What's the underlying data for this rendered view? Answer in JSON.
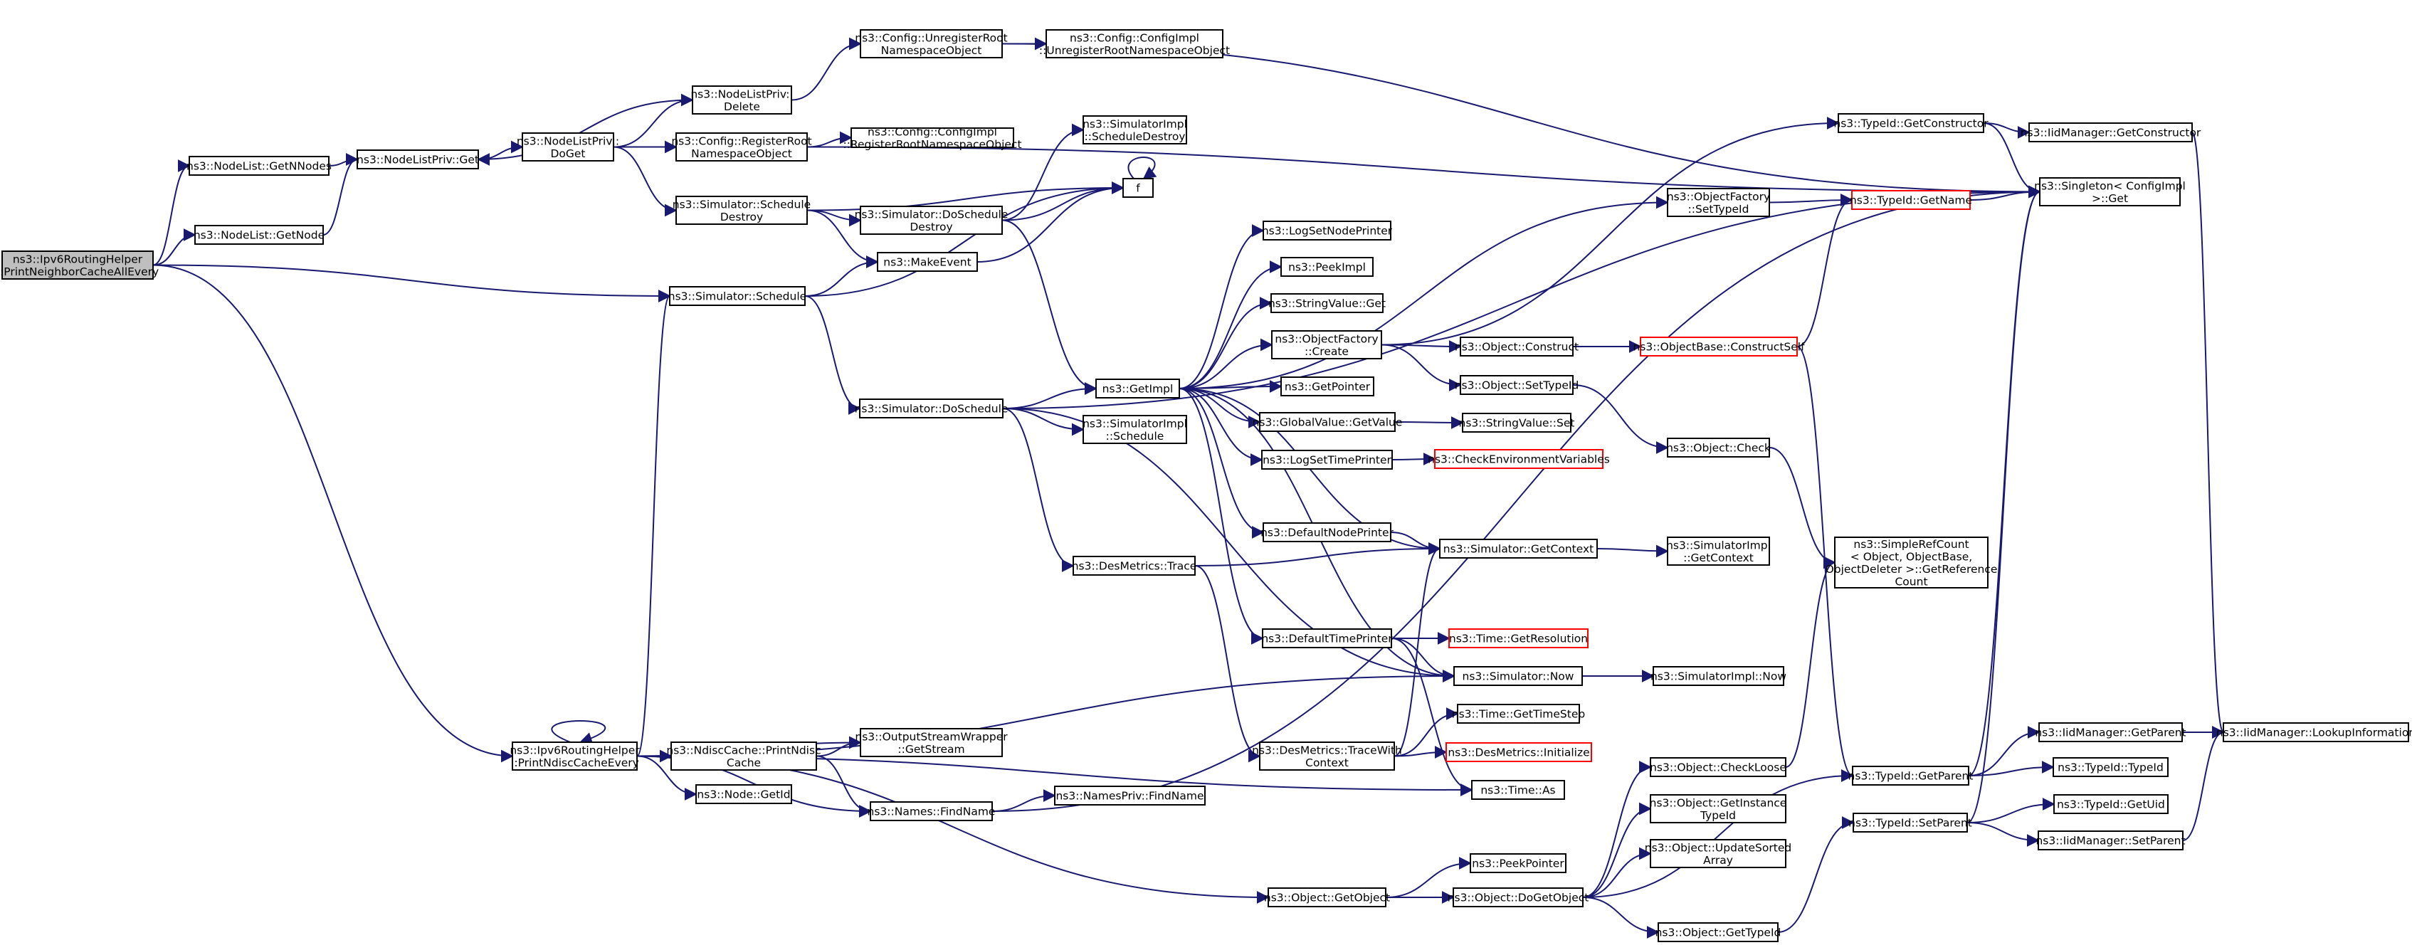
{
  "colors": {
    "edge": "#191970",
    "node_border": "#000000",
    "red_border": "#ff0000",
    "root_fill": "#bfbfbf",
    "node_fill": "#ffffff"
  },
  "nodes": [
    {
      "id": "root",
      "lines": [
        "ns3::Ipv6RoutingHelper",
        "::PrintNeighborCacheAllEvery"
      ],
      "style": "root"
    },
    {
      "id": "getnnodes",
      "lines": [
        "ns3::NodeList::GetNNodes"
      ]
    },
    {
      "id": "getnode",
      "lines": [
        "ns3::NodeList::GetNode"
      ]
    },
    {
      "id": "nlpget",
      "lines": [
        "ns3::NodeListPriv::Get"
      ]
    },
    {
      "id": "nlpdelete",
      "lines": [
        "ns3::NodeListPriv::",
        "Delete"
      ]
    },
    {
      "id": "nlpdoget",
      "lines": [
        "ns3::NodeListPriv::",
        "DoGet"
      ]
    },
    {
      "id": "unregroot",
      "lines": [
        "ns3::Config::UnregisterRoot",
        "NamespaceObject"
      ]
    },
    {
      "id": "cimplunreg",
      "lines": [
        "ns3::Config::ConfigImpl",
        "::UnregisterRootNamespaceObject"
      ]
    },
    {
      "id": "regroot",
      "lines": [
        "ns3::Config::RegisterRoot",
        "NamespaceObject"
      ]
    },
    {
      "id": "cimplreg",
      "lines": [
        "ns3::Config::ConfigImpl",
        "::RegisterRootNamespaceObject"
      ]
    },
    {
      "id": "schedDestroy",
      "lines": [
        "ns3::Simulator::Schedule",
        "Destroy"
      ]
    },
    {
      "id": "doSchedDestroy",
      "lines": [
        "ns3::Simulator::DoSchedule",
        "Destroy"
      ]
    },
    {
      "id": "simplSchedDestroy",
      "lines": [
        "ns3::SimulatorImpl",
        "::ScheduleDestroy"
      ]
    },
    {
      "id": "f",
      "lines": [
        "f"
      ]
    },
    {
      "id": "makeevent",
      "lines": [
        "ns3::MakeEvent"
      ]
    },
    {
      "id": "schedule",
      "lines": [
        "ns3::Simulator::Schedule"
      ]
    },
    {
      "id": "doschedule",
      "lines": [
        "ns3::Simulator::DoSchedule"
      ]
    },
    {
      "id": "getimpl",
      "lines": [
        "ns3::GetImpl"
      ]
    },
    {
      "id": "simplSchedule",
      "lines": [
        "ns3::SimulatorImpl",
        "::Schedule"
      ]
    },
    {
      "id": "logsetnode",
      "lines": [
        "ns3::LogSetNodePrinter"
      ]
    },
    {
      "id": "peekimpl",
      "lines": [
        "ns3::PeekImpl"
      ]
    },
    {
      "id": "strvalget",
      "lines": [
        "ns3::StringValue::Get"
      ]
    },
    {
      "id": "objfcreate",
      "lines": [
        "ns3::ObjectFactory",
        "::Create"
      ]
    },
    {
      "id": "getpointer",
      "lines": [
        "ns3::GetPointer"
      ]
    },
    {
      "id": "gvgetvalue",
      "lines": [
        "ns3::GlobalValue::GetValue"
      ]
    },
    {
      "id": "logsettime",
      "lines": [
        "ns3::LogSetTimePrinter"
      ]
    },
    {
      "id": "defnodeprinter",
      "lines": [
        "ns3::DefaultNodePrinter"
      ]
    },
    {
      "id": "deftimeprinter",
      "lines": [
        "ns3::DefaultTimePrinter"
      ]
    },
    {
      "id": "desmtrace",
      "lines": [
        "ns3::DesMetrics::Trace"
      ]
    },
    {
      "id": "desmtracewith",
      "lines": [
        "ns3::DesMetrics::TraceWith",
        "Context"
      ]
    },
    {
      "id": "objfsettid",
      "lines": [
        "ns3::ObjectFactory",
        "::SetTypeId"
      ]
    },
    {
      "id": "tidgetctor",
      "lines": [
        "ns3::TypeId::GetConstructor"
      ]
    },
    {
      "id": "iidgetctor",
      "lines": [
        "ns3::IidManager::GetConstructor"
      ]
    },
    {
      "id": "singleton",
      "lines": [
        "ns3::Singleton< ConfigImpl",
        " >::Get"
      ]
    },
    {
      "id": "tidgetname",
      "lines": [
        "ns3::TypeId::GetName"
      ],
      "style": "red"
    },
    {
      "id": "objconstruct",
      "lines": [
        "ns3::Object::Construct"
      ]
    },
    {
      "id": "objbaseconstruct",
      "lines": [
        "ns3::ObjectBase::ConstructSelf"
      ],
      "style": "red"
    },
    {
      "id": "objsettid",
      "lines": [
        "ns3::Object::SetTypeId"
      ]
    },
    {
      "id": "strvalset",
      "lines": [
        "ns3::StringValue::Set"
      ]
    },
    {
      "id": "checkenv",
      "lines": [
        "ns3::CheckEnvironmentVariables"
      ],
      "style": "red"
    },
    {
      "id": "objcheck",
      "lines": [
        "ns3::Object::Check"
      ]
    },
    {
      "id": "simgetctx",
      "lines": [
        "ns3::Simulator::GetContext"
      ]
    },
    {
      "id": "simplgetctx",
      "lines": [
        "ns3::SimulatorImpl",
        "::GetContext"
      ]
    },
    {
      "id": "simplerefcount",
      "lines": [
        "ns3::SimpleRefCount",
        "< Object, ObjectBase,",
        "ObjectDeleter >::GetReference",
        "Count"
      ]
    },
    {
      "id": "timegetres",
      "lines": [
        "ns3::Time::GetResolution"
      ],
      "style": "red"
    },
    {
      "id": "simnow",
      "lines": [
        "ns3::Simulator::Now"
      ]
    },
    {
      "id": "simplnow",
      "lines": [
        "ns3::SimulatorImpl::Now"
      ]
    },
    {
      "id": "timegettimestep",
      "lines": [
        "ns3::Time::GetTimeStep"
      ]
    },
    {
      "id": "desminit",
      "lines": [
        "ns3::DesMetrics::Initialize"
      ],
      "style": "red"
    },
    {
      "id": "timeas",
      "lines": [
        "ns3::Time::As"
      ]
    },
    {
      "id": "printndisc",
      "lines": [
        "ns3::Ipv6RoutingHelper",
        "::PrintNdiscCacheEvery"
      ]
    },
    {
      "id": "ndiscprint",
      "lines": [
        "ns3::NdiscCache::PrintNdisc",
        "Cache"
      ]
    },
    {
      "id": "osw",
      "lines": [
        "ns3::OutputStreamWrapper",
        "::GetStream"
      ]
    },
    {
      "id": "nodegetid",
      "lines": [
        "ns3::Node::GetId"
      ]
    },
    {
      "id": "namesfind",
      "lines": [
        "ns3::Names::FindName"
      ]
    },
    {
      "id": "namesprivfind",
      "lines": [
        "ns3::NamesPriv::FindName"
      ]
    },
    {
      "id": "objgetobj",
      "lines": [
        "ns3::Object::GetObject"
      ]
    },
    {
      "id": "peekpointer",
      "lines": [
        "ns3::PeekPointer"
      ]
    },
    {
      "id": "objdogetobj",
      "lines": [
        "ns3::Object::DoGetObject"
      ]
    },
    {
      "id": "objcheckloose",
      "lines": [
        "ns3::Object::CheckLoose"
      ]
    },
    {
      "id": "objgetinst",
      "lines": [
        "ns3::Object::GetInstance",
        "TypeId"
      ]
    },
    {
      "id": "objupdsorted",
      "lines": [
        "ns3::Object::UpdateSorted",
        "Array"
      ]
    },
    {
      "id": "objgettid",
      "lines": [
        "ns3::Object::GetTypeId"
      ]
    },
    {
      "id": "tidgetparent",
      "lines": [
        "ns3::TypeId::GetParent"
      ]
    },
    {
      "id": "tidsetparent",
      "lines": [
        "ns3::TypeId::SetParent"
      ]
    },
    {
      "id": "iidgetparent",
      "lines": [
        "ns3::IidManager::GetParent"
      ]
    },
    {
      "id": "tidtypeid",
      "lines": [
        "ns3::TypeId::TypeId"
      ]
    },
    {
      "id": "tidgetuid",
      "lines": [
        "ns3::TypeId::GetUid"
      ]
    },
    {
      "id": "iidsetparent",
      "lines": [
        "ns3::IidManager::SetParent"
      ]
    },
    {
      "id": "iidlookup",
      "lines": [
        "ns3::IidManager::LookupInformation"
      ]
    }
  ],
  "edges": [
    [
      "root",
      "getnnodes"
    ],
    [
      "root",
      "getnode"
    ],
    [
      "root",
      "schedule"
    ],
    [
      "root",
      "printndisc"
    ],
    [
      "getnnodes",
      "nlpget"
    ],
    [
      "getnode",
      "nlpget"
    ],
    [
      "nlpget",
      "nlpdoget"
    ],
    [
      "nlpdoget",
      "nlpdelete"
    ],
    [
      "nlpdelete",
      "nlpget"
    ],
    [
      "nlpdoget",
      "regroot"
    ],
    [
      "nlpdoget",
      "schedDestroy"
    ],
    [
      "nlpdelete",
      "unregroot"
    ],
    [
      "unregroot",
      "cimplunreg"
    ],
    [
      "unregroot",
      "singleton"
    ],
    [
      "regroot",
      "cimplreg"
    ],
    [
      "regroot",
      "singleton"
    ],
    [
      "schedDestroy",
      "doSchedDestroy"
    ],
    [
      "schedDestroy",
      "f"
    ],
    [
      "schedDestroy",
      "makeevent"
    ],
    [
      "doSchedDestroy",
      "simplSchedDestroy"
    ],
    [
      "doSchedDestroy",
      "getimpl"
    ],
    [
      "doSchedDestroy",
      "f"
    ],
    [
      "makeevent",
      "f"
    ],
    [
      "f",
      "f"
    ],
    [
      "schedule",
      "makeevent"
    ],
    [
      "schedule",
      "doschedule"
    ],
    [
      "schedule",
      "f"
    ],
    [
      "doschedule",
      "getimpl"
    ],
    [
      "doschedule",
      "simplSchedule"
    ],
    [
      "doschedule",
      "desmtrace"
    ],
    [
      "doschedule",
      "simnow"
    ],
    [
      "doschedule",
      "singleton"
    ],
    [
      "getimpl",
      "objfsettid"
    ],
    [
      "getimpl",
      "logsetnode"
    ],
    [
      "getimpl",
      "peekimpl"
    ],
    [
      "getimpl",
      "strvalget"
    ],
    [
      "getimpl",
      "objfcreate"
    ],
    [
      "getimpl",
      "getpointer"
    ],
    [
      "getimpl",
      "gvgetvalue"
    ],
    [
      "getimpl",
      "logsettime"
    ],
    [
      "getimpl",
      "defnodeprinter"
    ],
    [
      "getimpl",
      "deftimeprinter"
    ],
    [
      "getimpl",
      "simgetctx"
    ],
    [
      "getimpl",
      "simnow"
    ],
    [
      "objfsettid",
      "tidgetname"
    ],
    [
      "tidgetname",
      "singleton"
    ],
    [
      "objfcreate",
      "tidgetctor"
    ],
    [
      "objfcreate",
      "objconstruct"
    ],
    [
      "objfcreate",
      "objsettid"
    ],
    [
      "tidgetctor",
      "iidgetctor"
    ],
    [
      "tidgetctor",
      "singleton"
    ],
    [
      "iidgetctor",
      "iidlookup"
    ],
    [
      "objconstruct",
      "objbaseconstruct"
    ],
    [
      "objbaseconstruct",
      "tidgetname"
    ],
    [
      "objbaseconstruct",
      "tidgetparent"
    ],
    [
      "objsettid",
      "objcheck"
    ],
    [
      "objcheck",
      "simplerefcount"
    ],
    [
      "gvgetvalue",
      "strvalset"
    ],
    [
      "logsettime",
      "checkenv"
    ],
    [
      "defnodeprinter",
      "simgetctx"
    ],
    [
      "simgetctx",
      "simplgetctx"
    ],
    [
      "deftimeprinter",
      "timegetres"
    ],
    [
      "deftimeprinter",
      "simnow"
    ],
    [
      "deftimeprinter",
      "timeas"
    ],
    [
      "simnow",
      "simplnow"
    ],
    [
      "desmtrace",
      "simgetctx"
    ],
    [
      "desmtrace",
      "desmtracewith"
    ],
    [
      "desmtracewith",
      "simgetctx"
    ],
    [
      "desmtracewith",
      "timegettimestep"
    ],
    [
      "desmtracewith",
      "desminit"
    ],
    [
      "printndisc",
      "printndisc"
    ],
    [
      "printndisc",
      "schedule"
    ],
    [
      "printndisc",
      "simnow"
    ],
    [
      "printndisc",
      "osw"
    ],
    [
      "printndisc",
      "ndiscprint"
    ],
    [
      "printndisc",
      "nodegetid"
    ],
    [
      "printndisc",
      "namesfind"
    ],
    [
      "printndisc",
      "timeas"
    ],
    [
      "printndisc",
      "objgetobj"
    ],
    [
      "ndiscprint",
      "osw"
    ],
    [
      "ndiscprint",
      "namesfind"
    ],
    [
      "namesfind",
      "namesprivfind"
    ],
    [
      "namesfind",
      "singleton"
    ],
    [
      "objgetobj",
      "peekpointer"
    ],
    [
      "objgetobj",
      "objdogetobj"
    ],
    [
      "objdogetobj",
      "objcheckloose"
    ],
    [
      "objdogetobj",
      "objgetinst"
    ],
    [
      "objdogetobj",
      "objupdsorted"
    ],
    [
      "objdogetobj",
      "objgettid"
    ],
    [
      "objdogetobj",
      "tidgetparent"
    ],
    [
      "objcheckloose",
      "simplerefcount"
    ],
    [
      "objgettid",
      "tidsetparent"
    ],
    [
      "tidgetparent",
      "iidgetparent"
    ],
    [
      "tidgetparent",
      "tidtypeid"
    ],
    [
      "tidgetparent",
      "singleton"
    ],
    [
      "tidsetparent",
      "tidgetuid"
    ],
    [
      "tidsetparent",
      "iidsetparent"
    ],
    [
      "tidsetparent",
      "singleton"
    ],
    [
      "iidgetparent",
      "iidlookup"
    ],
    [
      "iidsetparent",
      "iidlookup"
    ]
  ]
}
